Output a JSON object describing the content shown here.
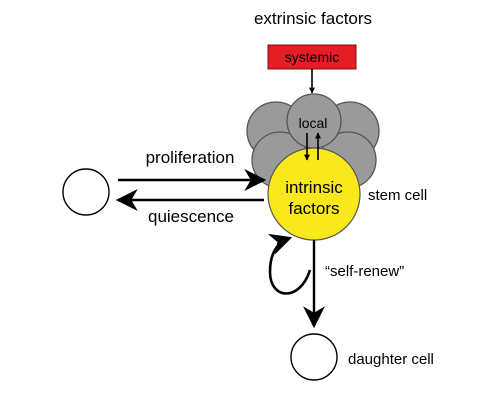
{
  "labels": {
    "extrinsic": "extrinsic factors",
    "systemic": "systemic",
    "local": "local",
    "intrinsic_line1": "intrinsic",
    "intrinsic_line2": "factors",
    "stem_cell": "stem cell",
    "proliferation": "proliferation",
    "quiescence": "quiescence",
    "self_renew": "“self-renew”",
    "daughter_cell": "daughter cell"
  },
  "colors": {
    "systemic_box": "#e41d26",
    "intrinsic_circle": "#f8e81c",
    "niche_cells": "#9a9a9a"
  }
}
